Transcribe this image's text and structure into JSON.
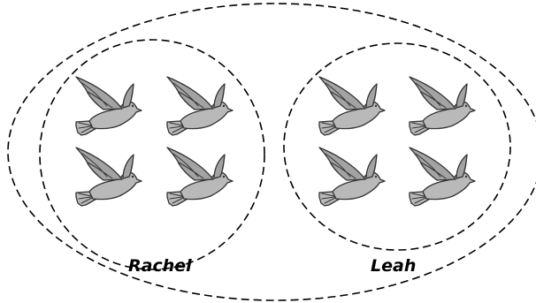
{
  "groups": [
    {
      "label": "Rachel",
      "bird_count": 4
    },
    {
      "label": "Leah",
      "bird_count": 4
    }
  ],
  "colors": {
    "bird_fill": "#b9b9b9",
    "bird_wing_fill": "#a3a3a3",
    "outline": "#000000"
  },
  "icons": {
    "bird": "dove-icon"
  }
}
